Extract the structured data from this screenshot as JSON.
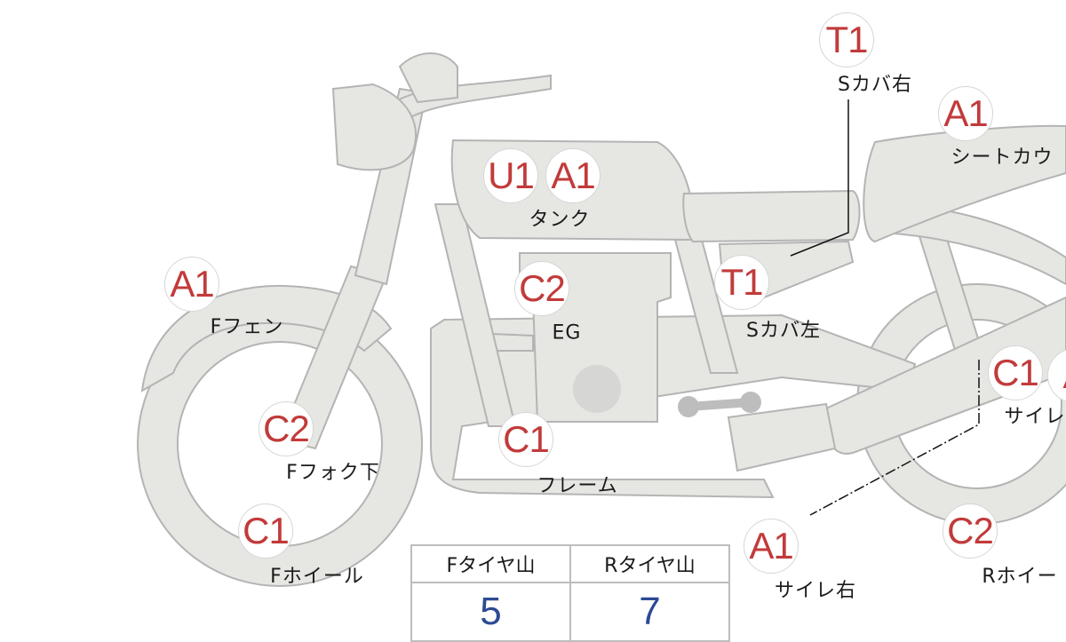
{
  "parts": [
    {
      "id": "s-cover-right",
      "codes": [
        "T1"
      ],
      "label": "Sカバ右"
    },
    {
      "id": "seat-cowl",
      "codes": [
        "A1"
      ],
      "label": "シートカウ"
    },
    {
      "id": "tank",
      "codes": [
        "U1",
        "A1"
      ],
      "label": "タンク"
    },
    {
      "id": "f-fender",
      "codes": [
        "A1"
      ],
      "label": "Fフェン"
    },
    {
      "id": "engine",
      "codes": [
        "C2"
      ],
      "label": "EG"
    },
    {
      "id": "s-cover-left",
      "codes": [
        "T1"
      ],
      "label": "Sカバ左"
    },
    {
      "id": "silencer-left",
      "codes": [
        "C1",
        "A"
      ],
      "label": "サイレ"
    },
    {
      "id": "f-fork-lower",
      "codes": [
        "C2"
      ],
      "label": "Fフォク下"
    },
    {
      "id": "frame",
      "codes": [
        "C1"
      ],
      "label": "フレーム"
    },
    {
      "id": "f-wheel",
      "codes": [
        "C1"
      ],
      "label": "Fホイール"
    },
    {
      "id": "silencer-right",
      "codes": [
        "A1"
      ],
      "label": "サイレ右"
    },
    {
      "id": "r-wheel",
      "codes": [
        "C2"
      ],
      "label": "Rホイー"
    }
  ],
  "tire_table": {
    "headers": [
      "Fタイヤ山",
      "Rタイヤ山"
    ],
    "values": [
      "5",
      "7"
    ]
  },
  "colors": {
    "code": "#c23a3a",
    "value": "#2c4a94",
    "part_fill": "#e6e6e3"
  }
}
